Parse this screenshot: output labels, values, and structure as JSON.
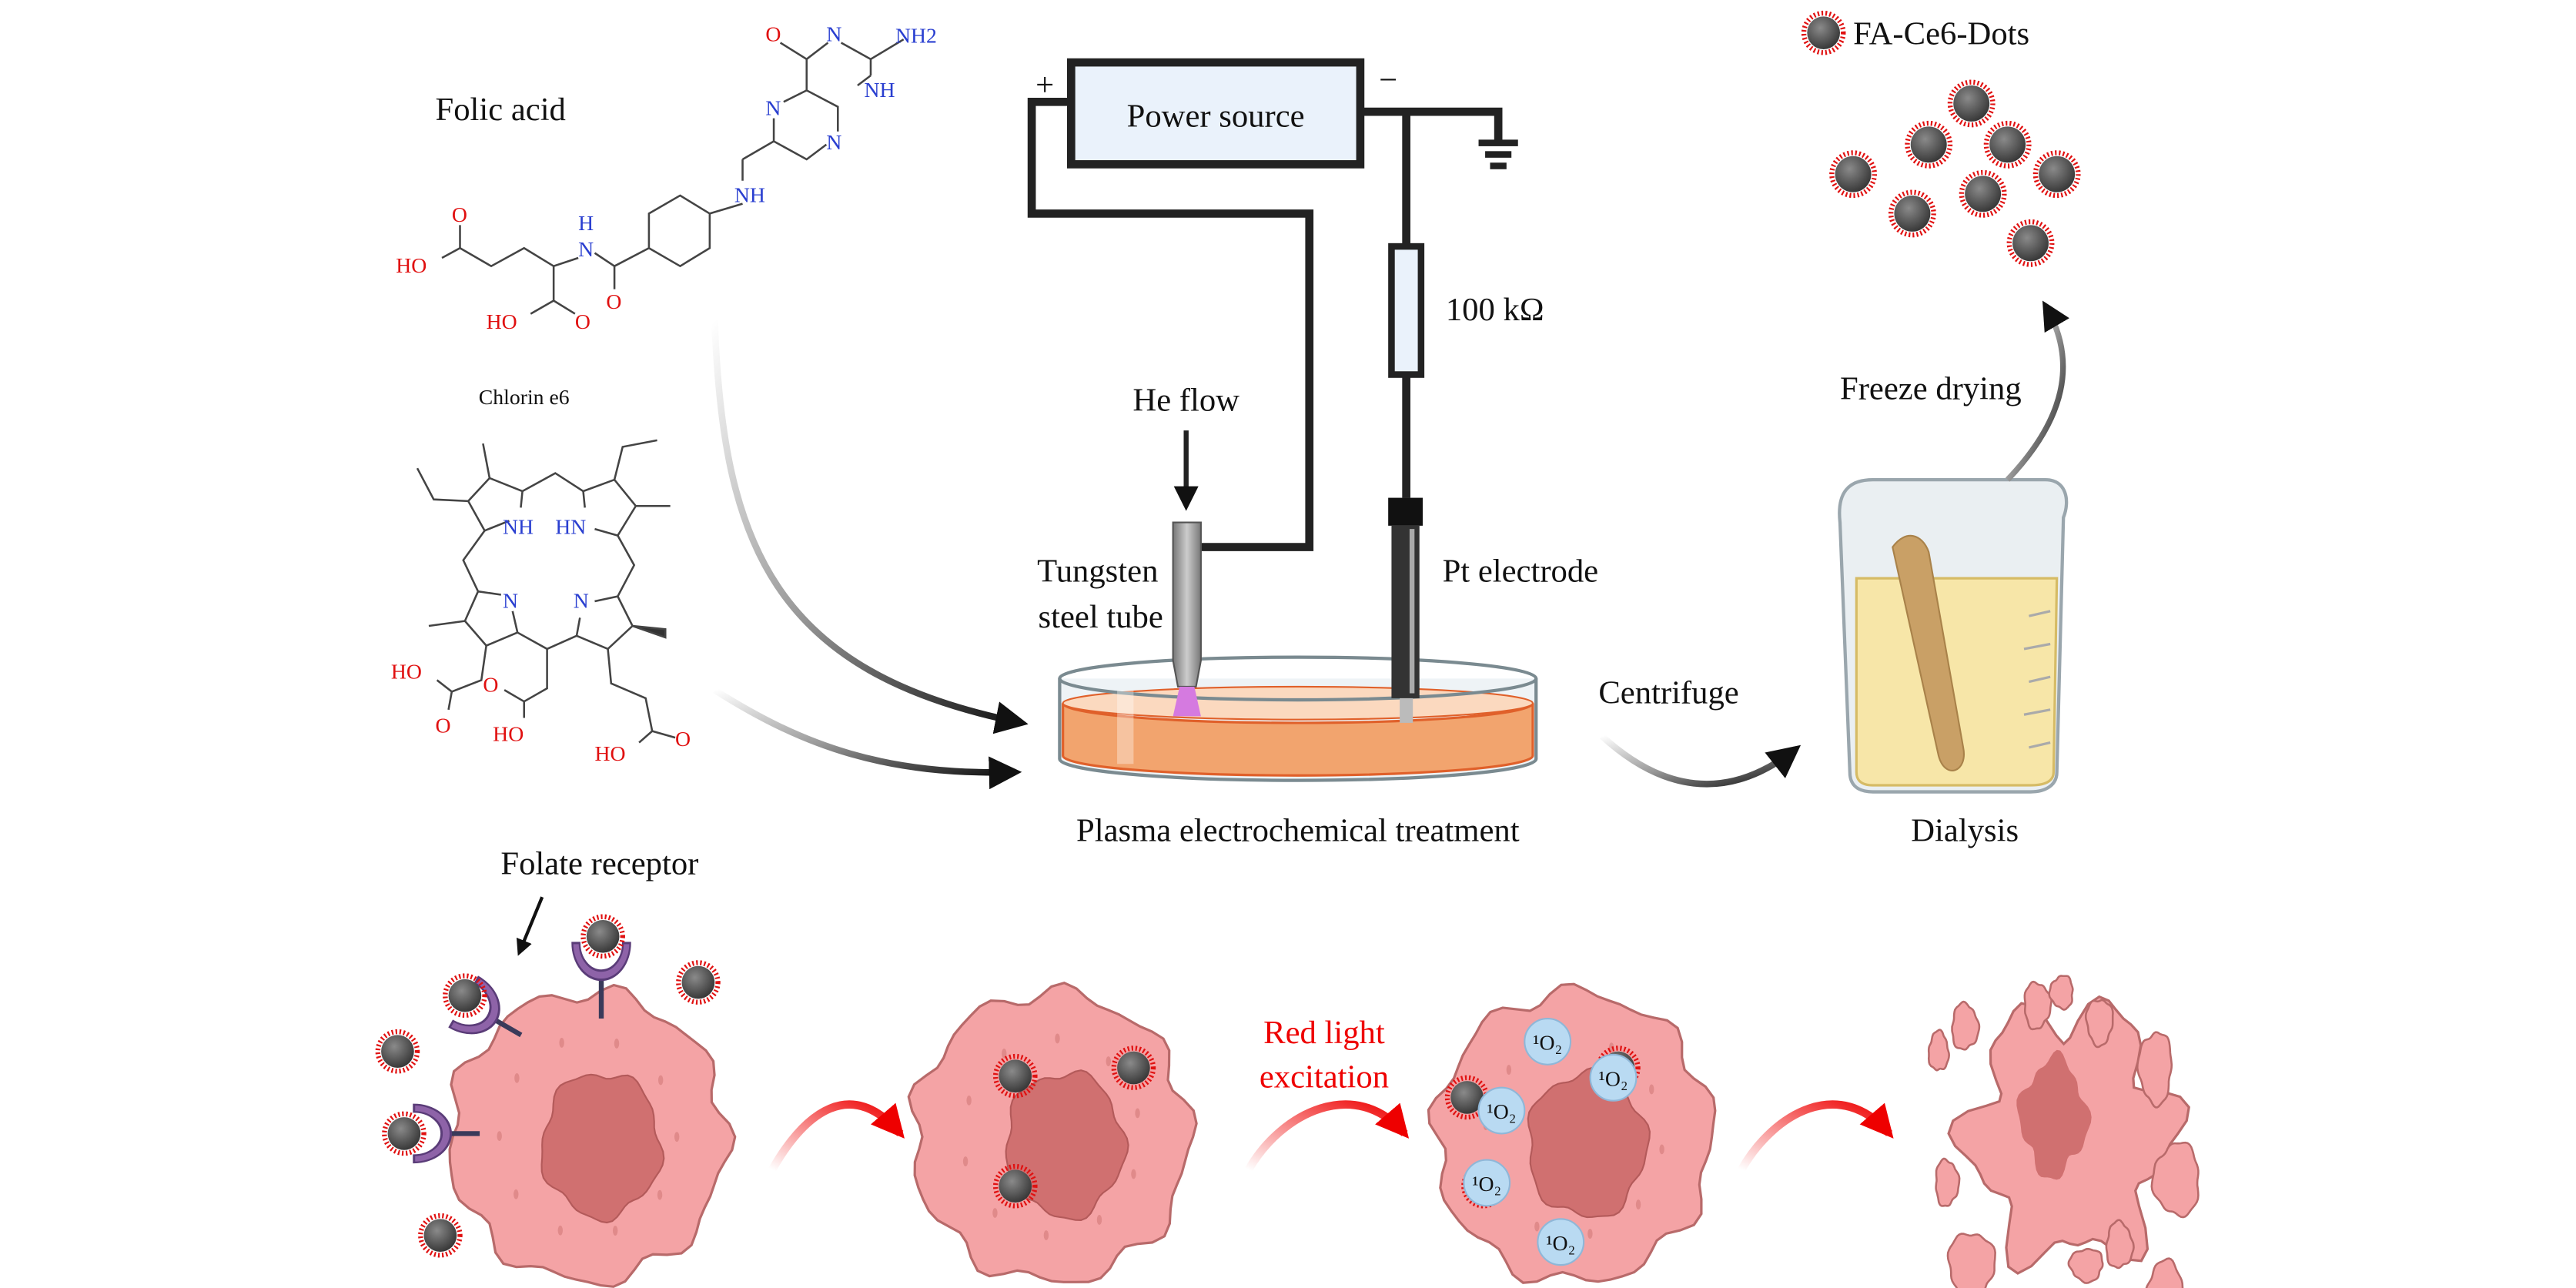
{
  "chemicals": {
    "folic_acid": {
      "title": "Folic acid",
      "atoms": {
        "o1": "O",
        "n1": "N",
        "nh2": "NH2",
        "nh_ring": "NH",
        "n2": "N",
        "n3": "N",
        "nh_link": "NH",
        "h_amide": "H",
        "n_amide": "N",
        "o_acid1": "O",
        "ho_acid1": "HO",
        "o_amide": "O",
        "ho_acid2": "HO",
        "o_acid2": "O"
      }
    },
    "chlorin_e6": {
      "title": "Chlorin e6",
      "atoms": {
        "nh": "NH",
        "hn": "HN",
        "n1": "N",
        "n2": "N",
        "ho1": "HO",
        "o1": "O",
        "o2": "O",
        "ho2": "HO",
        "ho3": "HO",
        "o3": "O"
      }
    }
  },
  "circuit": {
    "power_source": "Power source",
    "plus": "+",
    "minus": "−",
    "resistor": "100 kΩ",
    "he_flow": "He flow",
    "tube_line1": "Tungsten",
    "tube_line2": "steel tube",
    "electrode": "Pt electrode",
    "step_label": "Plasma electrochemical treatment"
  },
  "process": {
    "centrifuge": "Centrifuge",
    "dialysis": "Dialysis",
    "freeze_drying": "Freeze drying",
    "legend_dots": "FA-Ce6-Dots"
  },
  "therapy": {
    "folate_receptor": "Folate receptor",
    "red_light_line1": "Red light",
    "red_light_line2": "excitation",
    "singlet_oxygen": "¹O₂"
  },
  "colors": {
    "cell": "#f4a3a5",
    "nucleus": "#d07070",
    "receptor": "#8e63a8",
    "dot_fringe": "#e01010",
    "red_arrow": "#ee0000",
    "singlet_bubble": "#b9daf2",
    "power_box": "#eaf2fb",
    "liquid": "#f2a46e"
  }
}
